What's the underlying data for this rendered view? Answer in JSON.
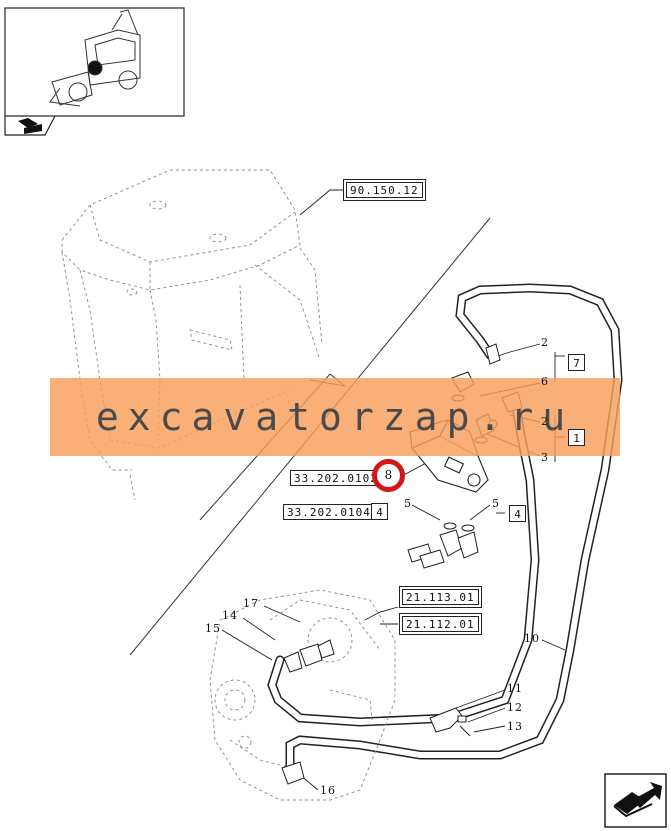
{
  "labels": {
    "ref_cab": "90.150.12",
    "ref_valve": "33.202.0102",
    "ref_fitting": "33.202.0104",
    "ref_trans_a": "21.113.01",
    "ref_trans_b": "21.112.01",
    "highlight_item": "8",
    "item_2a": "2",
    "item_2b": "2",
    "item_3": "3",
    "item_4": "4",
    "item_5a": "5",
    "item_5b": "5",
    "item_6": "6",
    "item_10": "10",
    "item_11": "11",
    "item_12": "12",
    "item_13": "13",
    "item_14": "14",
    "item_15": "15",
    "item_16": "16",
    "item_17": "17",
    "box_7": "7",
    "box_1": "1",
    "box_4a": "4",
    "box_4b": "4"
  },
  "watermark": "excavatorzap.ru",
  "icons": [
    "backhoe-loader-thumbnail",
    "book-arrow-icon",
    "next-page-icon"
  ],
  "colors": {
    "watermark_band": "#f69e5a",
    "highlight_ring": "#d2161b"
  }
}
